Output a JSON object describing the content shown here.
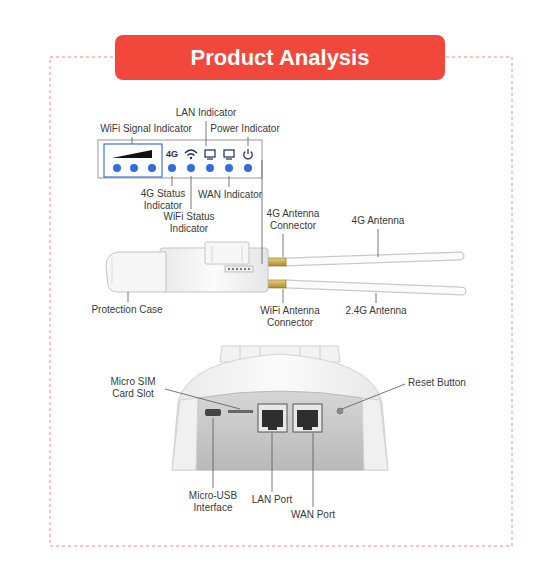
{
  "diagram": {
    "title": "Product Analysis",
    "labels": [
      "WiFi Signal Indicator",
      "LAN Indicator",
      "Power Indicator",
      "4G",
      "4G Status Indicator",
      "WiFi Status Indicator",
      "WAN Indicator",
      "4G Antenna Connector",
      "4G Antenna",
      "Protection Case",
      "WiFi Antenna Connector",
      "2.4G Antenna",
      "Micro SIM Card Slot",
      "Reset Button",
      "Micro-USB Interface",
      "LAN Port",
      "WAN Port"
    ]
  }
}
